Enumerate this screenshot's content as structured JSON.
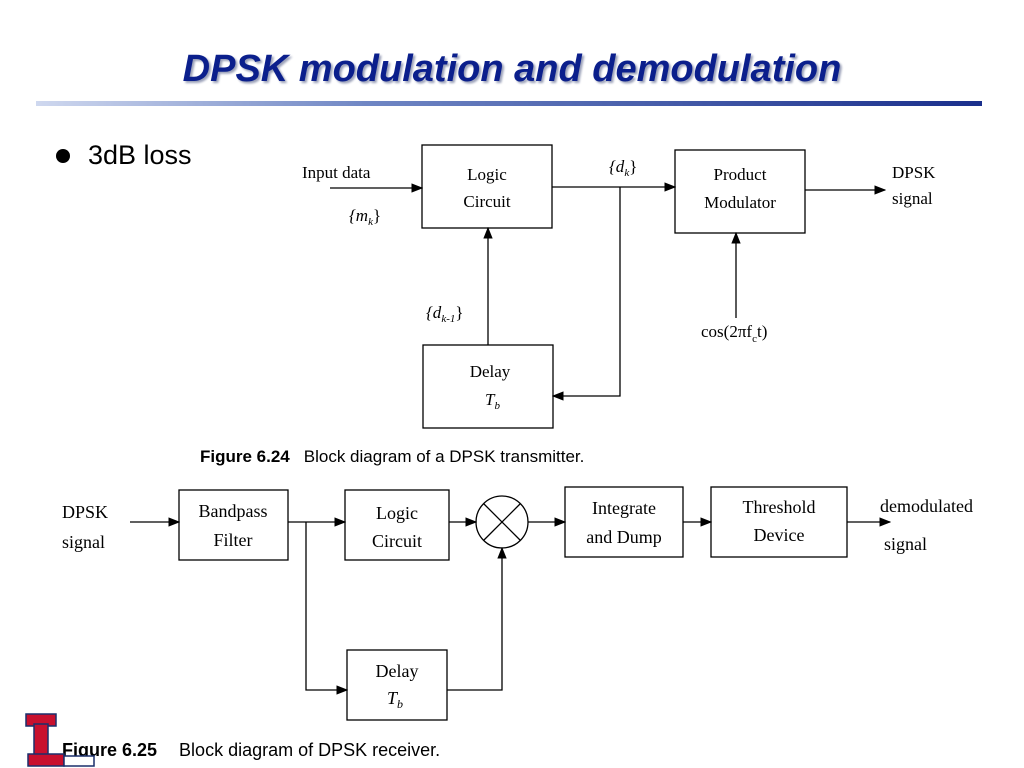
{
  "title": "DPSK modulation and demodulation",
  "bullet": "3dB loss",
  "transmitter": {
    "input_label_1": "Input data",
    "input_label_2": "{m",
    "input_sub": "k",
    "input_close": "}",
    "logic_line1": "Logic",
    "logic_line2": "Circuit",
    "dk_open": "{d",
    "dk_sub": "k",
    "dk_close": "}",
    "product_line1": "Product",
    "product_line2": "Modulator",
    "out_line1": "DPSK",
    "out_line2": "signal",
    "dk1_open": "{d",
    "dk1_sub": "k-1",
    "dk1_close": "}",
    "delay_line1": "Delay",
    "delay_T": "T",
    "delay_sub": "b",
    "carrier_a": "cos(2πf",
    "carrier_sub": "c",
    "carrier_b": "t)",
    "caption_num": "Figure 6.24",
    "caption_text": "Block diagram of a DPSK transmitter."
  },
  "receiver": {
    "in_line1": "DPSK",
    "in_line2": "signal",
    "bpf_line1": "Bandpass",
    "bpf_line2": "Filter",
    "logic_line1": "Logic",
    "logic_line2": "Circuit",
    "int_line1": "Integrate",
    "int_line2": "and Dump",
    "thr_line1": "Threshold",
    "thr_line2": "Device",
    "out_line1": "demodulated",
    "out_line2": "signal",
    "delay_line1": "Delay",
    "delay_T": "T",
    "delay_sub": "b",
    "caption_num": "Figure 6.25",
    "caption_text": "Block diagram of DPSK receiver."
  },
  "colors": {
    "title": "#0b1f8c",
    "logo_red": "#c8102e",
    "logo_navy": "#1a2f6b"
  }
}
